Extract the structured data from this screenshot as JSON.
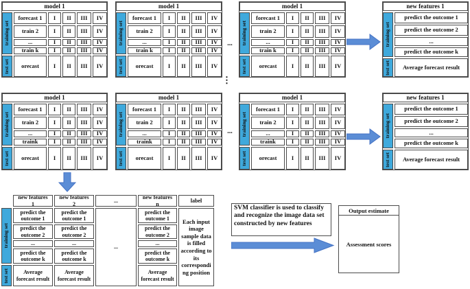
{
  "colors": {
    "band_blue": "#3fa9dc",
    "arrow_fill": "#5b8dd6",
    "arrow_stroke": "#4472c4",
    "border": "#4a4a4a"
  },
  "model_table": {
    "title": "model 1",
    "side_training": "training set",
    "side_test": "test set",
    "columns": [
      "I",
      "II",
      "III",
      "IV"
    ],
    "training_rows": [
      "forecast 1",
      "train 2",
      "...",
      "train k"
    ],
    "training_rows_alt": [
      "forecast 1",
      "train 2",
      "...",
      "traink"
    ],
    "test_row": "orecast"
  },
  "features_table": {
    "title": "new features 1",
    "side_training": "training set",
    "side_test": "test set",
    "rows": [
      "predict the outcome 1",
      "predict the outcome 2",
      "...",
      "predict the outcome k"
    ],
    "test_row": "Average forecast result"
  },
  "bottom_table": {
    "headers": [
      "new features 1",
      "new features 2",
      "...",
      "new features n",
      "label"
    ],
    "side_training": "training set",
    "side_test": "test set",
    "feature_rows": [
      "predict the outcome 1",
      "predict the outcome 2",
      "...",
      "predict the outcome k"
    ],
    "feature_test_row": "Average forecast result",
    "dots_cell": "...",
    "label_cell": "Each input image sample data is filled according to its corresponding position"
  },
  "svm_note": "SVM classifier is used to classify and recognize the image data set constructed by new features",
  "output_box": {
    "title": "Output estimate",
    "body": "Assessment scores"
  },
  "ellipsis_horizontal": "...",
  "ellipsis_vertical": "⋮"
}
